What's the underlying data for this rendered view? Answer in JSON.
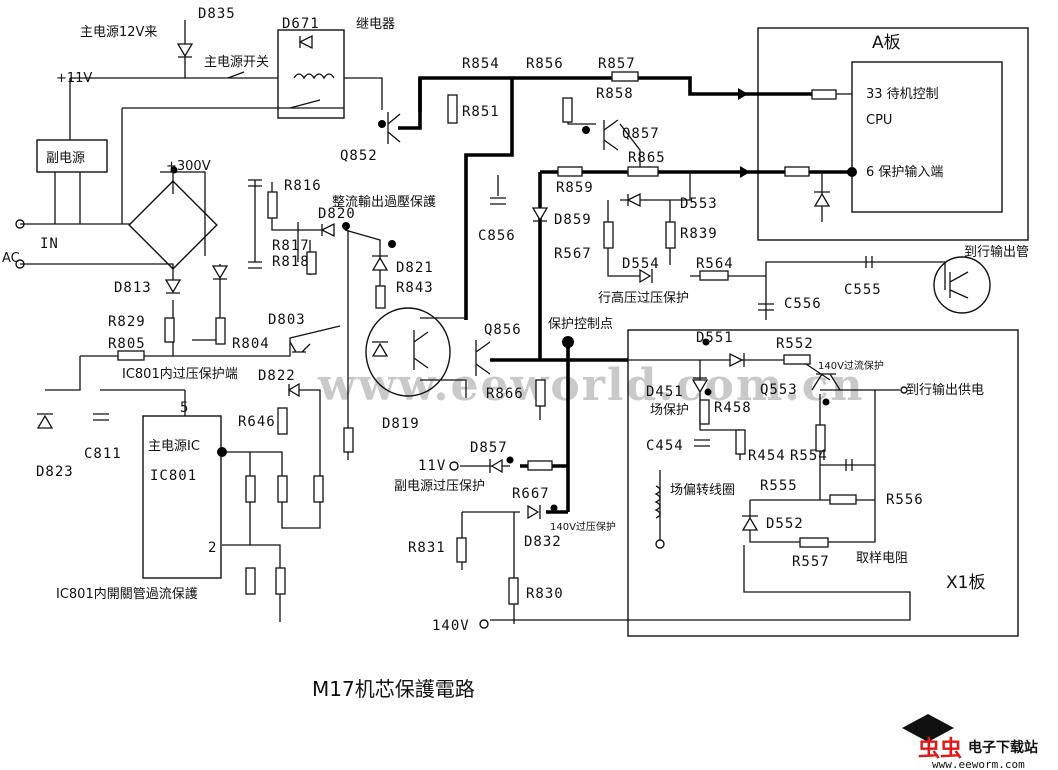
{
  "title": "M17机芯保護電路",
  "watermark": "www.eeworld.com.cn",
  "logo": {
    "mark": "虫虫",
    "name": "电子下载站",
    "url": "www.eeworm.com"
  },
  "boards": {
    "a": "A板",
    "x1": "X1板"
  },
  "a_board": {
    "cpu": "CPU",
    "pin33": "33 待机控制",
    "pin6": "6 保护输入端"
  },
  "notes": {
    "main_12v": "主电源12V来",
    "main_switch": "主电源开关",
    "relay": "继电器",
    "plus11v": "+11V",
    "aux_supply": "副电源",
    "plus300v": "+300V",
    "ac": "AC",
    "in": "IN",
    "rect_overvolt": "整流輸出過壓保護",
    "ic801_ovp": "IC801内过压保护端",
    "ic801_pin5": "5",
    "ic801_pin2": "2",
    "main_ic": "主电源IC",
    "ic801": "IC801",
    "ic801_ocp": "IC801内開關管過流保護",
    "prot_point": "保护控制点",
    "hv_ovp": "行高压过压保护",
    "to_h_output_tube": "到行输出管",
    "to_h_output_supply": "到行输出供电",
    "ocp_140v": "140V过流保护",
    "ovp_140v": "140V过压保护",
    "aux_ovp": "副电源过压保护",
    "v11": "11V",
    "v140": "140V",
    "field_prot": "场保护",
    "yoke": "场偏转线圈",
    "sample_res": "取样电阻"
  },
  "parts": {
    "d835": "D835",
    "d671": "D671",
    "r854": "R854",
    "r856": "R856",
    "r857": "R857",
    "r851": "R851",
    "r858": "R858",
    "q857": "Q857",
    "q852": "Q852",
    "r865": "R865",
    "r816": "R816",
    "d820": "D820",
    "r817": "R817",
    "r818": "R818",
    "d813": "D813",
    "r829": "R829",
    "r805": "R805",
    "r804": "R804",
    "d803": "D803",
    "d822": "D822",
    "d821": "D821",
    "r843": "R843",
    "d819": "D819",
    "c856": "C856",
    "r859": "R859",
    "d859": "D859",
    "d553": "D553",
    "r839": "R839",
    "r567": "R567",
    "d554": "D554",
    "r564": "R564",
    "c556": "C556",
    "c555": "C555",
    "q856": "Q856",
    "r866": "R866",
    "d551": "D551",
    "r552": "R552",
    "q553": "Q553",
    "d451": "D451",
    "r458": "R458",
    "c454": "C454",
    "r454": "R454",
    "r554": "R554",
    "r555": "R555",
    "r556": "R556",
    "d552": "D552",
    "r557": "R557",
    "d857": "D857",
    "r667": "R667",
    "d832": "D832",
    "r831": "R831",
    "r830": "R830",
    "r646": "R646",
    "c811": "C811",
    "d823": "D823"
  }
}
